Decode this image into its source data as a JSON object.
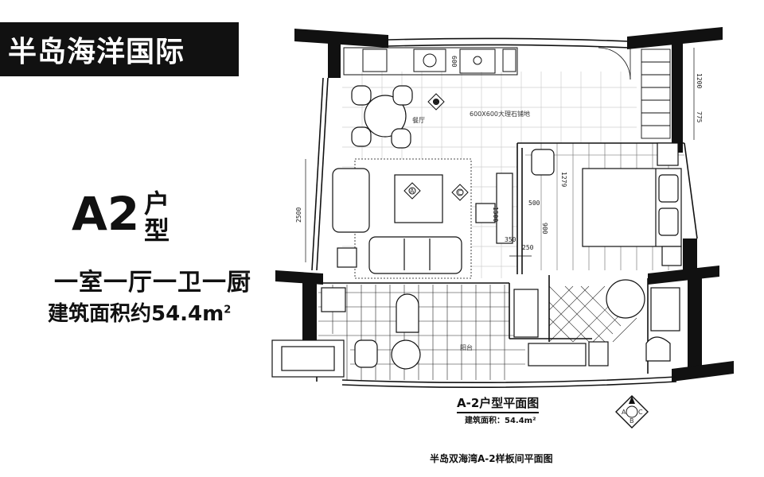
{
  "brand": {
    "title": "半岛海洋国际"
  },
  "unit": {
    "code": "A2",
    "type": "户型",
    "layout": "一室一厅一卫一厨",
    "area_text": "建筑面积约54.4m",
    "area_sup": "2"
  },
  "plan": {
    "title": "A-2户型平面图",
    "area": "建筑面积：54.4m²",
    "caption": "半岛双海湾A-2样板间平面图",
    "floor_label": "600X600大理石铺地",
    "dimensions": {
      "d1200": "1200",
      "d775": "775",
      "d2500": "2500",
      "d600": "600",
      "d1279": "1279",
      "d1500": "1500",
      "d500": "500",
      "d900": "900",
      "d350": "350",
      "d250": "250"
    },
    "rooms": {
      "dining": "餐厅",
      "balcony": "阳台"
    },
    "markers": {
      "a": "A",
      "b": "B",
      "c": "C"
    }
  }
}
